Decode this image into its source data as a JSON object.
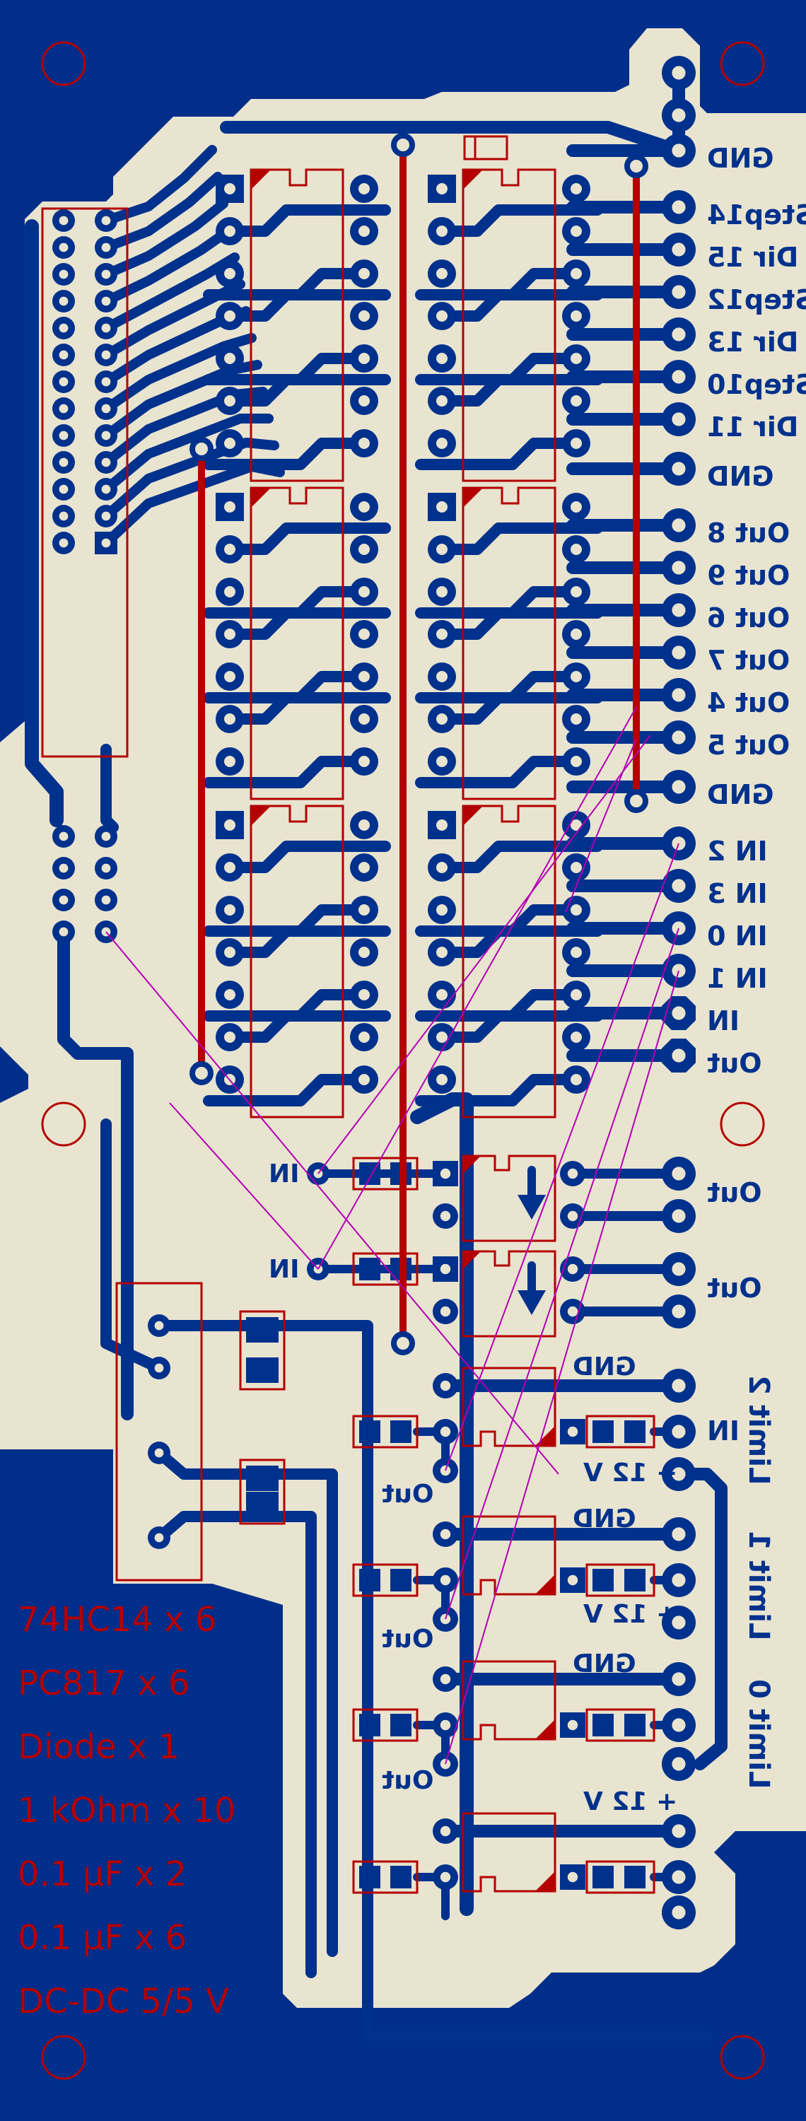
{
  "board": {
    "title": "Stepper / IO interface PCB (bottom layer view)",
    "layer": "bottom",
    "colors": {
      "copper_pour": "#002e8a",
      "substrate": "#e8e4d0",
      "trace": "#00318c",
      "silkscreen": "#b40000",
      "jumper": "#b40000",
      "ratsnest": "#b400b4"
    }
  },
  "connector_labels": [
    "GND",
    "Step14",
    "Dir 15",
    "Step12",
    "Dir 13",
    "Step10",
    "Dir 11",
    "GND",
    "Out 8",
    "Out 9",
    "Out 6",
    "Out 7",
    "Out 4",
    "Out 5",
    "GND",
    "IN 2",
    "IN 3",
    "IN 0",
    "IN 1",
    "IN",
    "Out"
  ],
  "relay_out_labels": [
    "Out",
    "Out"
  ],
  "input_labels": [
    "IN",
    "IN"
  ],
  "opto_out_labels": [
    "Out",
    "Out",
    "Out"
  ],
  "limit_blocks": [
    {
      "name": "Limit 2",
      "gnd": "GND",
      "in": "IN",
      "vcc": "+ 12 V"
    },
    {
      "name": "Limit 1",
      "gnd": "GND",
      "vcc": "+ 12 V"
    },
    {
      "name": "Limit 0",
      "gnd": "GND",
      "vcc": "+ 12 V"
    }
  ],
  "bom": [
    "74HC14 x 6",
    "PC817 x 6",
    "Diode x 1",
    "1 kOhm x 10",
    "0.1 µF x 2",
    "0.1 µF x 6",
    "DC-DC 5/5 V"
  ],
  "icons": {
    "mounting_hole": "mounting-hole-icon",
    "pin1_marker": "pin1-triangle-icon",
    "relay_arrow": "arrow-down-icon"
  }
}
